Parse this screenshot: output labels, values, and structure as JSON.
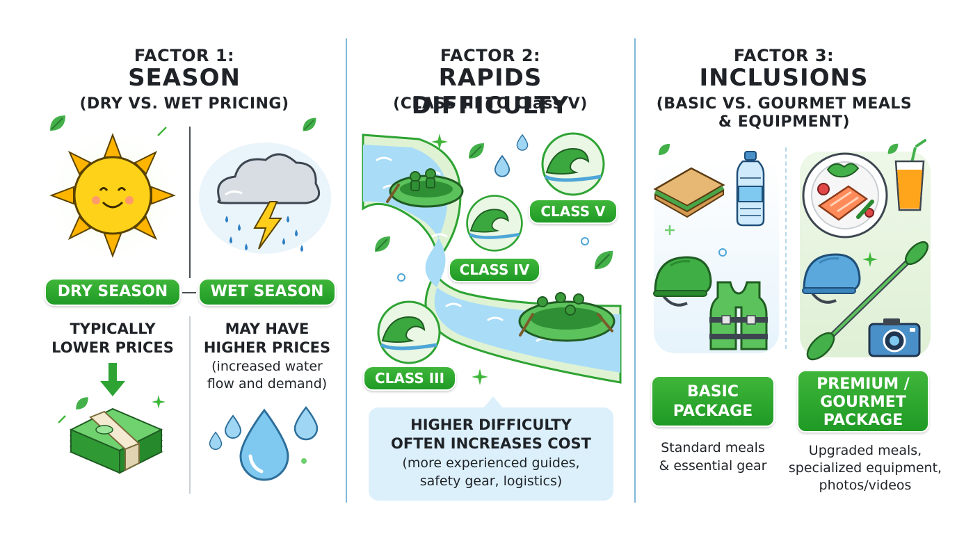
{
  "factor1": {
    "label": "FACTOR 1:",
    "title": "SEASON",
    "subtitle": "(DRY VS. WET PRICING)",
    "dry_label": "DRY SEASON",
    "wet_label": "WET SEASON",
    "dry_desc_1": "TYPICALLY",
    "dry_desc_2": "LOWER PRICES",
    "wet_desc_1": "MAY HAVE",
    "wet_desc_2": "HIGHER PRICES",
    "wet_note_1": "(increased water",
    "wet_note_2": "flow and demand)"
  },
  "factor2": {
    "label": "FACTOR 2:",
    "title": "RAPIDS DIFFICULTY",
    "subtitle": "(CLASS III TO Class V)",
    "class5": "CLASS V",
    "class4": "CLASS IV",
    "class3": "CLASS III",
    "callout_bold_1": "HIGHER DIFFICULTY",
    "callout_bold_2": "OFTEN INCREASES COST",
    "callout_note_1": "(more experienced guides,",
    "callout_note_2": "safety gear, logistics)"
  },
  "factor3": {
    "label": "FACTOR 3:",
    "title": "INCLUSIONS",
    "subtitle_1": "(BASIC VS. GOURMET MEALS",
    "subtitle_2": "& EQUIPMENT)",
    "basic_1": "BASIC",
    "basic_2": "PACKAGE",
    "premium_1": "PREMIUM /",
    "premium_2": "GOURMET",
    "premium_3": "PACKAGE",
    "basic_desc_1": "Standard meals",
    "basic_desc_2": "& essential gear",
    "premium_desc_1": "Upgraded meals,",
    "premium_desc_2": "specialized equipment,",
    "premium_desc_3": "photos/videos"
  },
  "colors": {
    "accent_green": "#1f9a25",
    "divider_blue": "#7fb7d8",
    "water_blue": "#9fd3f0"
  },
  "icons": [
    "sun-icon",
    "storm-cloud-icon",
    "down-arrow-icon",
    "money-stack-icon",
    "water-drop-icon",
    "river-icon",
    "raft-icon",
    "wave-icon",
    "sandwich-icon",
    "water-bottle-icon",
    "helmet-icon",
    "life-vest-icon",
    "salmon-plate-icon",
    "juice-glass-icon",
    "paddle-icon",
    "camera-icon",
    "leaf-icon",
    "sparkle-icon"
  ]
}
